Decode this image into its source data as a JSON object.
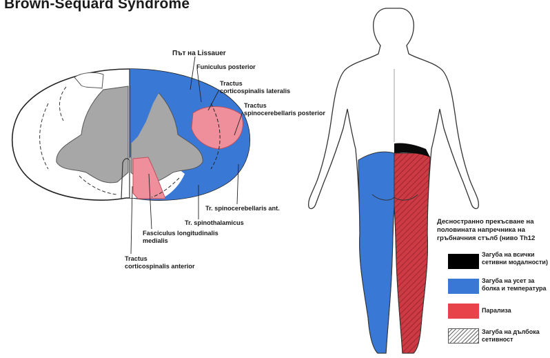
{
  "title": "Brown-Sequard Syndrome",
  "labels": {
    "lissauer": "Път на Lissauer",
    "funiculus_posterior": "Funiculus posterior",
    "tractus_cs_lat_1": "Tractus",
    "tractus_cs_lat_2": "corticospinalis lateralis",
    "tractus_sc_post_1": "Tractus",
    "tractus_sc_post_2": "spinocerebellaris posterior",
    "tr_sc_ant": "Tr. spinocerebellaris ant.",
    "tr_spinothalamicus": "Tr. spinothalamicus",
    "fasc_long_1": "Fasciculus longitudinalis",
    "fasc_long_2": "medialis",
    "tractus_cs_ant_1": "Tractus",
    "tractus_cs_ant_2": "corticospinalis anterior"
  },
  "caption": "Десностранно прекъсване на половината напречника на гръбначния стълб (ниво Th12",
  "legend": [
    {
      "text": "Загуба на всички сетивни модалности)",
      "color": "#000000"
    },
    {
      "text": "Загуба на усет за болка и температура",
      "color": "#3a78d6"
    },
    {
      "text": "Парализа",
      "color": "#e8424a"
    },
    {
      "text": "Загуба на дълбока сетивност",
      "color": "hatch"
    }
  ],
  "colors": {
    "blue": "#3a78d6",
    "red": "#e8424a",
    "pink": "#ef8f9c",
    "gray": "#a7a7a7",
    "darkred": "#a4232c"
  }
}
